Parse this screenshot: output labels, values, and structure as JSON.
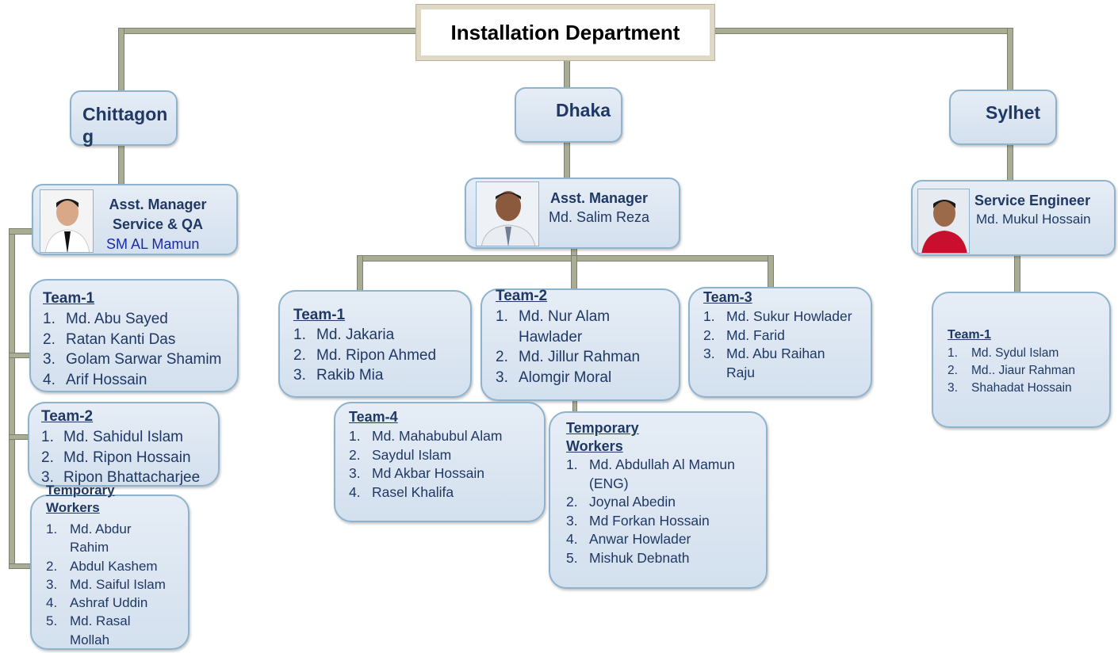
{
  "title": "Installation Department",
  "chittagong": {
    "name": "Chittagon\ng",
    "manager": {
      "position": "Asst. Manager\nService & QA",
      "name": "SM AL Mamun"
    },
    "team1": {
      "label": "Team-1",
      "members": [
        "Md. Abu Sayed",
        "Ratan Kanti Das",
        "Golam Sarwar Shamim",
        "Arif  Hossain"
      ]
    },
    "team2": {
      "label": "Team-2",
      "members": [
        "Md. Sahidul Islam",
        "Md. Ripon Hossain",
        "Ripon Bhattacharjee"
      ]
    },
    "temp": {
      "label": "Temporary\nWorkers",
      "members": [
        "Md. Abdur\nRahim",
        "Abdul Kashem",
        "Md. Saiful Islam",
        "Ashraf Uddin",
        "Md. Rasal\nMollah"
      ]
    }
  },
  "dhaka": {
    "name": "Dhaka",
    "manager": {
      "position": "Asst. Manager",
      "name": "Md. Salim Reza"
    },
    "team1": {
      "label": "Team-1",
      "members": [
        "Md. Jakaria",
        "Md. Ripon Ahmed",
        "Rakib Mia"
      ]
    },
    "team2": {
      "label": "Team-2",
      "members": [
        "Md. Nur Alam\nHawlader",
        "Md. Jillur Rahman",
        "Alomgir Moral"
      ]
    },
    "team3": {
      "label": "Team-3",
      "members": [
        "Md. Sukur Howlader",
        "Md. Farid",
        "Md. Abu Raihan\nRaju"
      ]
    },
    "team4": {
      "label": "Team-4",
      "members": [
        "Md. Mahabubul Alam",
        "Saydul Islam",
        "Md Akbar Hossain",
        "Rasel Khalifa"
      ]
    },
    "temp": {
      "label": "Temporary\nWorkers",
      "members": [
        "Md. Abdullah Al Mamun\n(ENG)",
        "Joynal Abedin",
        "Md Forkan Hossain",
        "Anwar Howlader",
        "Mishuk Debnath"
      ]
    }
  },
  "sylhet": {
    "name": "Sylhet",
    "manager": {
      "position": "Service Engineer",
      "name": "Md. Mukul Hossain"
    },
    "team1": {
      "label": "Team-1",
      "members": [
        "Md. Sydul Islam",
        "Md.. Jiaur Rahman",
        "Shahadat Hossain"
      ]
    }
  },
  "colors": {
    "text": "#1f3864",
    "box_border": "#8fb3cc",
    "connector": "#a9ad94"
  }
}
